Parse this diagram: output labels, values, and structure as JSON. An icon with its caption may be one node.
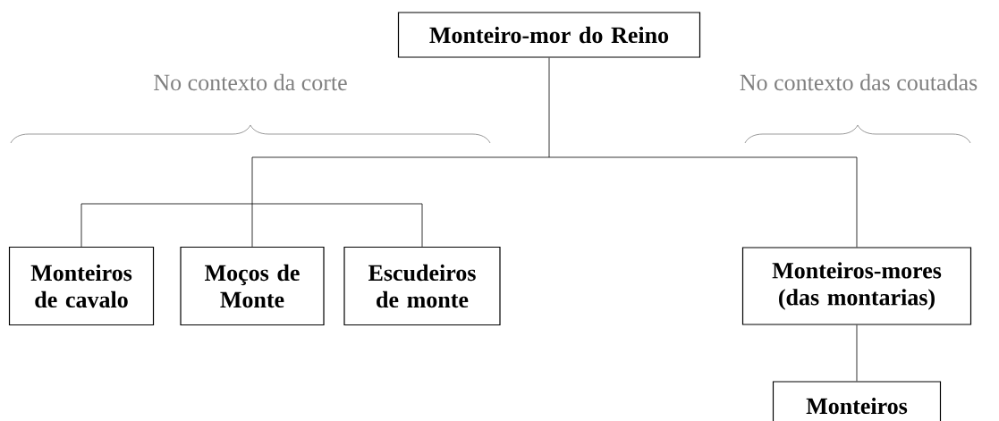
{
  "diagram": {
    "nodes": [
      {
        "text": [
          "Monteiro-mor do Reino"
        ]
      },
      {
        "text": [
          "Monteiros de cavalo"
        ]
      },
      {
        "text": [
          "Moços de Monte"
        ]
      },
      {
        "text": [
          "Escudeiros de monte"
        ]
      },
      {
        "text": [
          "Monteiros-mores (das montarias)"
        ]
      },
      {
        "text": [
          "Monteiros"
        ]
      }
    ],
    "edges": [
      {
        "from": 0,
        "to": 1,
        "arrow": "none"
      },
      {
        "from": 0,
        "to": 2,
        "arrow": "none"
      },
      {
        "from": 0,
        "to": 3,
        "arrow": "none"
      },
      {
        "from": 0,
        "to": 4,
        "arrow": "none"
      },
      {
        "from": 4,
        "to": 5,
        "arrow": "none"
      }
    ],
    "labels": [
      "No contexto da corte",
      "No contexto das coutadas"
    ]
  }
}
